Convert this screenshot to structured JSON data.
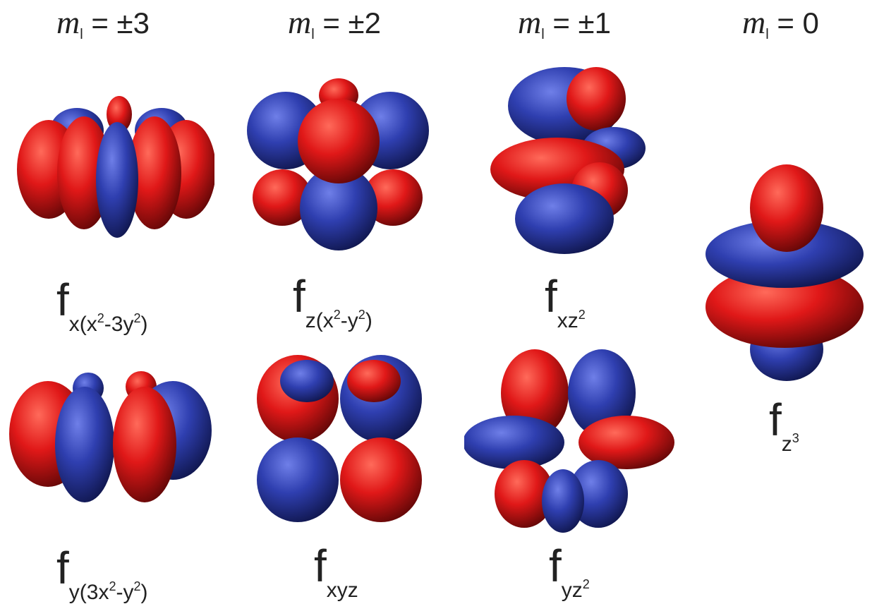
{
  "ml_labels": [
    {
      "symbol": "m",
      "sub": "l",
      "value": "= ±3"
    },
    {
      "symbol": "m",
      "sub": "l",
      "value": "= ±2"
    },
    {
      "symbol": "m",
      "sub": "l",
      "value": "= ±1"
    },
    {
      "symbol": "m",
      "sub": "l",
      "value": "= 0"
    }
  ],
  "orbital_labels": [
    {
      "f": "f",
      "sub_a": "x(x",
      "sup_a": "2",
      "sub_b": "-3y",
      "sup_b": "2",
      "sub_c": ")"
    },
    {
      "f": "f",
      "sub_a": "z(x",
      "sup_a": "2",
      "sub_b": "-y",
      "sup_b": "2",
      "sub_c": ")"
    },
    {
      "f": "f",
      "sub_a": "xz",
      "sup_a": "2",
      "sub_b": "",
      "sup_b": "",
      "sub_c": ""
    },
    {
      "f": "f",
      "sub_a": "y(3x",
      "sup_a": "2",
      "sub_b": "-y",
      "sup_b": "2",
      "sub_c": ")"
    },
    {
      "f": "f",
      "sub_a": "xyz",
      "sup_a": "",
      "sub_b": "",
      "sup_b": "",
      "sub_c": ""
    },
    {
      "f": "f",
      "sub_a": "yz",
      "sup_a": "2",
      "sub_b": "",
      "sup_b": "",
      "sub_c": ""
    },
    {
      "f": "f",
      "sub_a": "z",
      "sup_a": "3",
      "sub_b": "",
      "sup_b": "",
      "sub_c": ""
    }
  ],
  "colors": {
    "positive_lobe": "#e01818",
    "negative_lobe": "#2f3fb0"
  }
}
